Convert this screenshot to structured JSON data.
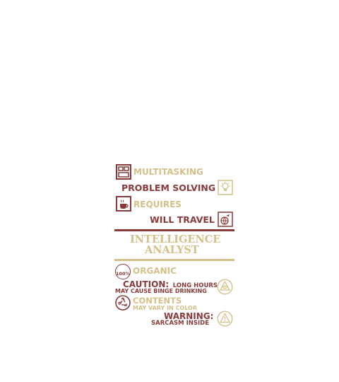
{
  "colors": {
    "maroon": "#8a3a3a",
    "tan": "#d4c089"
  },
  "lines": {
    "multitasking": "MULTITASKING",
    "problem_solving": "PROBLEM SOLVING",
    "requires": "REQUIRES",
    "will_travel": "WILL TRAVEL",
    "title_line1": "INTELLIGENCE",
    "title_line2": "ANALYST",
    "badge_100": "100%",
    "organic": "ORGANIC",
    "caution": "CAUTION:",
    "long_hours": "LONG HOURS",
    "binge": "MAY CAUSE BINGE DRINKING",
    "contents": "CONTENTS",
    "vary": "MAY VARY IN COLOR",
    "warning": "WARNING:",
    "sarcasm": "SARCASM INSIDE"
  },
  "icons": [
    "grid-box-icon",
    "lightbulb-icon",
    "coffee-cup-icon",
    "globe-plane-icon",
    "eye-triangle-icon",
    "recycle-icon",
    "warning-triangle-icon"
  ]
}
